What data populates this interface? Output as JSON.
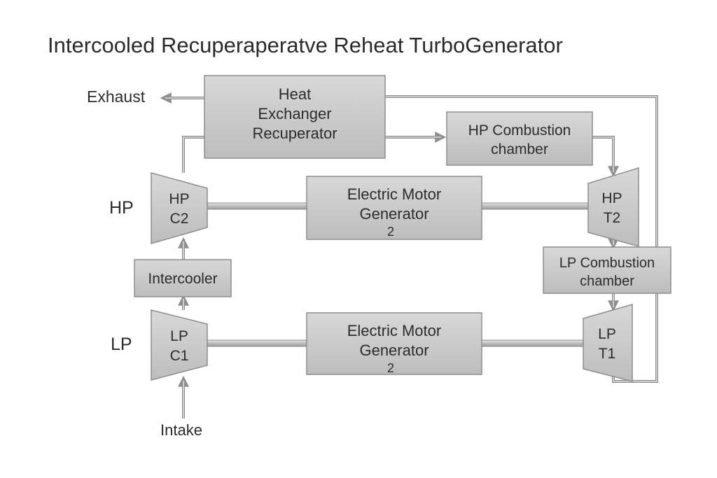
{
  "title": "Intercooled Recuperaperatve Reheat TurboGenerator",
  "labels": {
    "exhaust": "Exhaust",
    "intake": "Intake",
    "hp": "HP",
    "lp": "LP"
  },
  "components": {
    "recuperator": [
      "Heat",
      "Exchanger",
      "Recuperator"
    ],
    "hp_combustion": [
      "HP Combustion",
      "chamber"
    ],
    "lp_combustion": [
      "LP Combustion",
      "chamber"
    ],
    "intercooler": [
      "Intercooler"
    ],
    "hp_c2": [
      "HP",
      "C2"
    ],
    "lp_c1": [
      "LP",
      "C1"
    ],
    "hp_t2": [
      "HP",
      "T2"
    ],
    "lp_t1": [
      "LP",
      "T1"
    ],
    "motor_generator_top": [
      "Electric Motor",
      "Generator",
      "2"
    ],
    "motor_generator_bottom": [
      "Electric Motor",
      "Generator",
      "2"
    ]
  },
  "colors": {
    "box_fill": "#c9c9c9",
    "box_stroke": "#8e8e8e",
    "pipe": "#8f8f8f",
    "text": "#2c2c2c"
  }
}
